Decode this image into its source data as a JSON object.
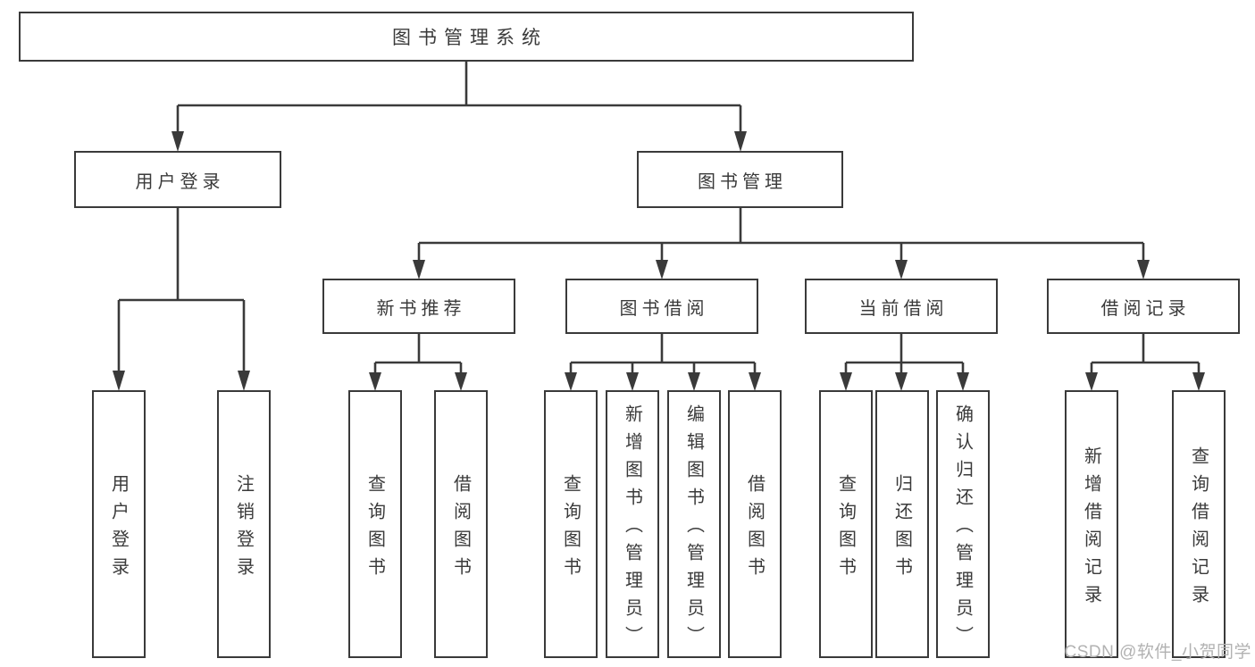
{
  "diagram": {
    "root": "图书管理系统",
    "user_login": {
      "label": "用户登录",
      "children": [
        "用户登录",
        "注销登录"
      ]
    },
    "book_mgmt": {
      "label": "图书管理",
      "groups": [
        {
          "label": "新书推荐",
          "children": [
            "查询图书",
            "借阅图书"
          ]
        },
        {
          "label": "图书借阅",
          "children": [
            "查询图书",
            "新增图书（管理员）",
            "编辑图书（管理员）",
            "借阅图书"
          ]
        },
        {
          "label": "当前借阅",
          "children": [
            "查询图书",
            "归还图书",
            "确认归还（管理员）"
          ]
        },
        {
          "label": "借阅记录",
          "children": [
            "新增借阅记录",
            "查询借阅记录"
          ]
        }
      ]
    }
  },
  "watermark": {
    "text": "CSDN @软件_小贺同学"
  },
  "colors": {
    "line": "#3a3a3a",
    "box_border": "#3a3a3a",
    "text": "#3a3a3a",
    "background": "#ffffff",
    "watermark": "#b2b2b2"
  }
}
